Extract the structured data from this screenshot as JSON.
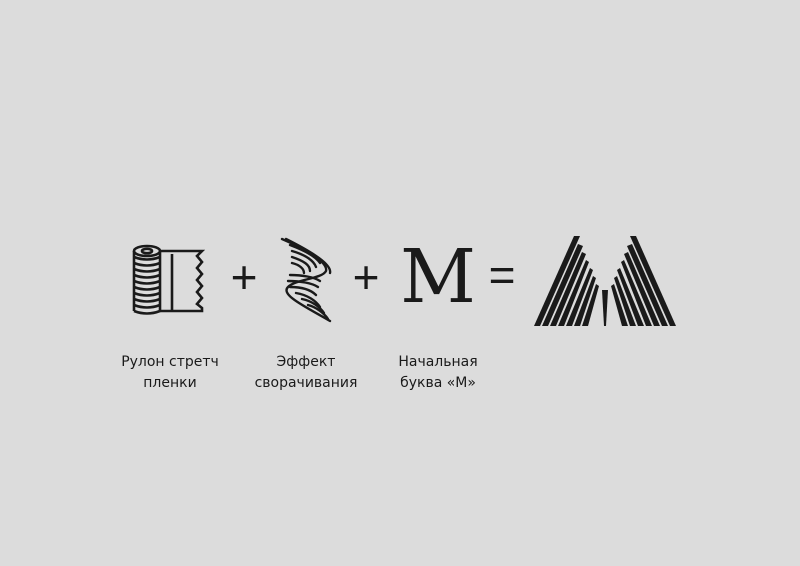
{
  "equation": {
    "plus_1": "+",
    "plus_2": "+",
    "equals": "=",
    "letter": "М"
  },
  "captions": [
    {
      "line1": "Рулон стретч",
      "line2": "пленки"
    },
    {
      "line1": "Эффект",
      "line2": "сворачивания"
    },
    {
      "line1": "Начальная",
      "line2": "буква «М»"
    }
  ],
  "icons": {
    "roll": "film-roll-icon",
    "twist": "twist-effect-icon",
    "logo": "striped-m-logo"
  },
  "colors": {
    "background": "#dcdcdc",
    "ink": "#1a1a1a"
  }
}
